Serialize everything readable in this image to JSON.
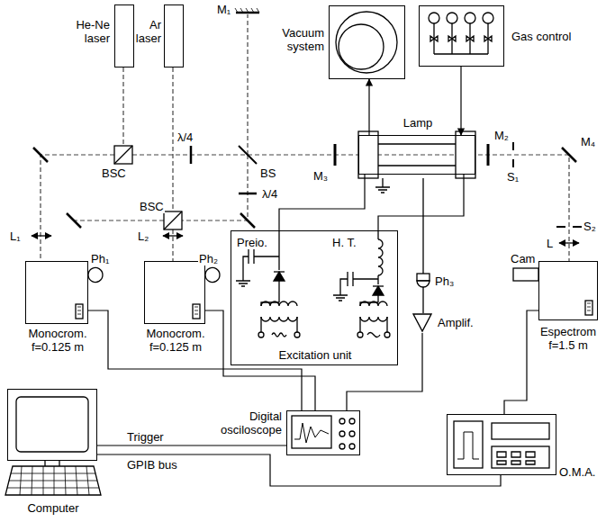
{
  "diagram": {
    "nodes": [
      {
        "text": [
          "He-Ne laser"
        ]
      },
      {
        "text": [
          "Ar laser"
        ]
      },
      {
        "text": [
          "Vacuum system"
        ]
      },
      {
        "text": [
          "Gas control"
        ]
      },
      {
        "text": [
          "Lamp"
        ]
      },
      {
        "text": [
          "Monocrom. f=0.125 m"
        ]
      },
      {
        "text": [
          "Monocrom. f=0.125 m"
        ]
      },
      {
        "text": [
          "Espectrom f=1.5 m"
        ]
      },
      {
        "text": [
          "Excitation unit"
        ]
      },
      {
        "text": [
          "Digital osciloscope"
        ]
      },
      {
        "text": [
          "O.M.A."
        ]
      },
      {
        "text": [
          "Computer"
        ]
      },
      {
        "text": [
          "Amplif."
        ]
      }
    ],
    "edges": [
      {
        "from": 4,
        "to": 2,
        "arrow": "to"
      },
      {
        "from": 3,
        "to": 4,
        "arrow": "to"
      },
      {
        "from": 8,
        "to": 4,
        "arrow": "none"
      },
      {
        "from": 8,
        "to": 4,
        "arrow": "none"
      },
      {
        "from": 5,
        "to": 9,
        "arrow": "none"
      },
      {
        "from": 6,
        "to": 9,
        "arrow": "none"
      },
      {
        "from": 12,
        "to": 9,
        "arrow": "none"
      },
      {
        "from": 11,
        "to": 9,
        "arrow": "none"
      },
      {
        "from": 11,
        "to": 10,
        "arrow": "none"
      },
      {
        "from": 7,
        "to": 10,
        "arrow": "none"
      }
    ],
    "labels": [
      "M₁",
      "BS",
      "λ/4",
      "λ/4",
      "BSC",
      "BSC",
      "M₂",
      "M₃",
      "M₄",
      "S₁",
      "S₂",
      "L₁",
      "L₂",
      "L",
      "Ph₁",
      "Ph₂",
      "Ph₃",
      "Cam",
      "Preio.",
      "H. T.",
      "Trigger",
      "GPIB bus"
    ]
  }
}
